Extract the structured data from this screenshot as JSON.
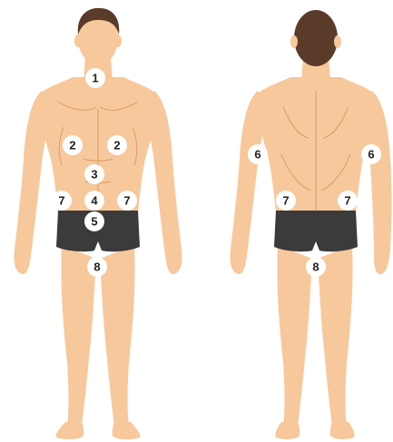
{
  "colors": {
    "skin": "#f7c89b",
    "skin_shade": "#e9ad7c",
    "skin_line": "#d99a68",
    "hair": "#5a3b29",
    "shorts": "#3b3b3b",
    "marker_fill": "#ffffff",
    "marker_text": "#222222",
    "background": "#ffffff"
  },
  "front_view": {
    "markers": [
      {
        "label": "1"
      },
      {
        "label": "2"
      },
      {
        "label": "2"
      },
      {
        "label": "3"
      },
      {
        "label": "7"
      },
      {
        "label": "4"
      },
      {
        "label": "7"
      },
      {
        "label": "5"
      },
      {
        "label": "8"
      }
    ]
  },
  "back_view": {
    "markers": [
      {
        "label": "6"
      },
      {
        "label": "6"
      },
      {
        "label": "7"
      },
      {
        "label": "7"
      },
      {
        "label": "8"
      }
    ]
  }
}
